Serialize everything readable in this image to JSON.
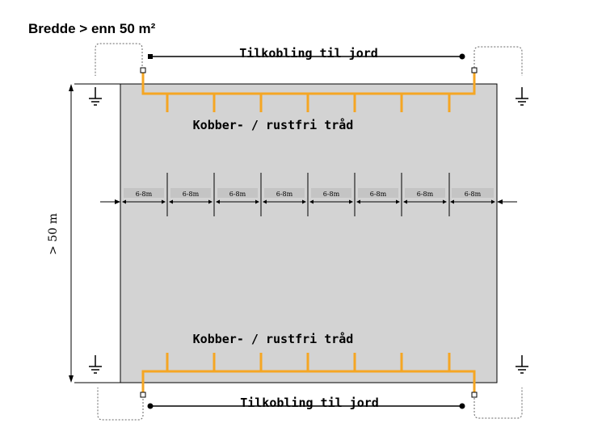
{
  "title": "Bredde > enn 50 m²",
  "top_connection_label": "Tilkobling til jord",
  "bottom_connection_label": "Tilkobling til jord",
  "top_wire_label": "Kobber- / rustfri tråd",
  "bottom_wire_label": "Kobber- / rustfri tråd",
  "side_dimension_label": "> 50 m",
  "spacing_labels": [
    "6-8m",
    "6-8m",
    "6-8m",
    "6-8m",
    "6-8m",
    "6-8m",
    "6-8m",
    "6-8m"
  ],
  "colors": {
    "area_fill": "#d3d3d3",
    "conductor": "#f5a623",
    "line": "#000000",
    "dotted": "#666666"
  },
  "icons": [
    "ground-symbol-icon"
  ]
}
